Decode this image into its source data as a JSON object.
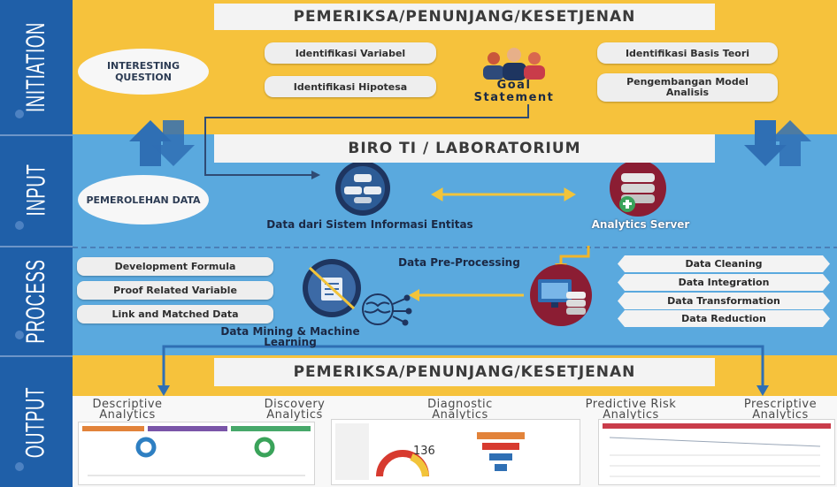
{
  "sidebar": {
    "sections": [
      "INITIATION",
      "INPUT",
      "PROCESS",
      "OUTPUT"
    ]
  },
  "initiation": {
    "title": "PEMERIKSA/PENUNJANG/KESETJENAN",
    "question": "INTERESTING QUESTION",
    "pills": [
      "Identifikasi Variabel",
      "Identifikasi Hipotesa",
      "Identifikasi Basis Teori",
      "Pengembangan Model Analisis"
    ],
    "goal": "Goal Statement"
  },
  "input": {
    "title": "BIRO TI / LABORATORIUM",
    "acquisition": "PEMEROLEHAN DATA",
    "source_label": "Data dari Sistem Informasi Entitas",
    "server_label": "Analytics Server"
  },
  "process": {
    "left_items": [
      "Development Formula",
      "Proof Related Variable",
      "Link and Matched Data"
    ],
    "preprocessing_label": "Data Pre-Processing",
    "right_items": [
      "Data Cleaning",
      "Data Integration",
      "Data Transformation",
      "Data Reduction"
    ],
    "mining_label": "Data Mining & Machine Learning"
  },
  "output": {
    "title": "PEMERIKSA/PENUNJANG/KESETJENAN",
    "analytics": [
      "Descriptive Analytics",
      "Discovery Analytics",
      "Diagnostic Analytics",
      "Predictive Risk Analytics",
      "Prescriptive Analytics"
    ],
    "gauge_value": "136"
  },
  "colors": {
    "sidebar": "#1f5fa8",
    "yellow": "#f6c23c",
    "blue": "#5aa9de",
    "arrow_blue": "#2f6fb4",
    "connector": "#f2b52a"
  }
}
